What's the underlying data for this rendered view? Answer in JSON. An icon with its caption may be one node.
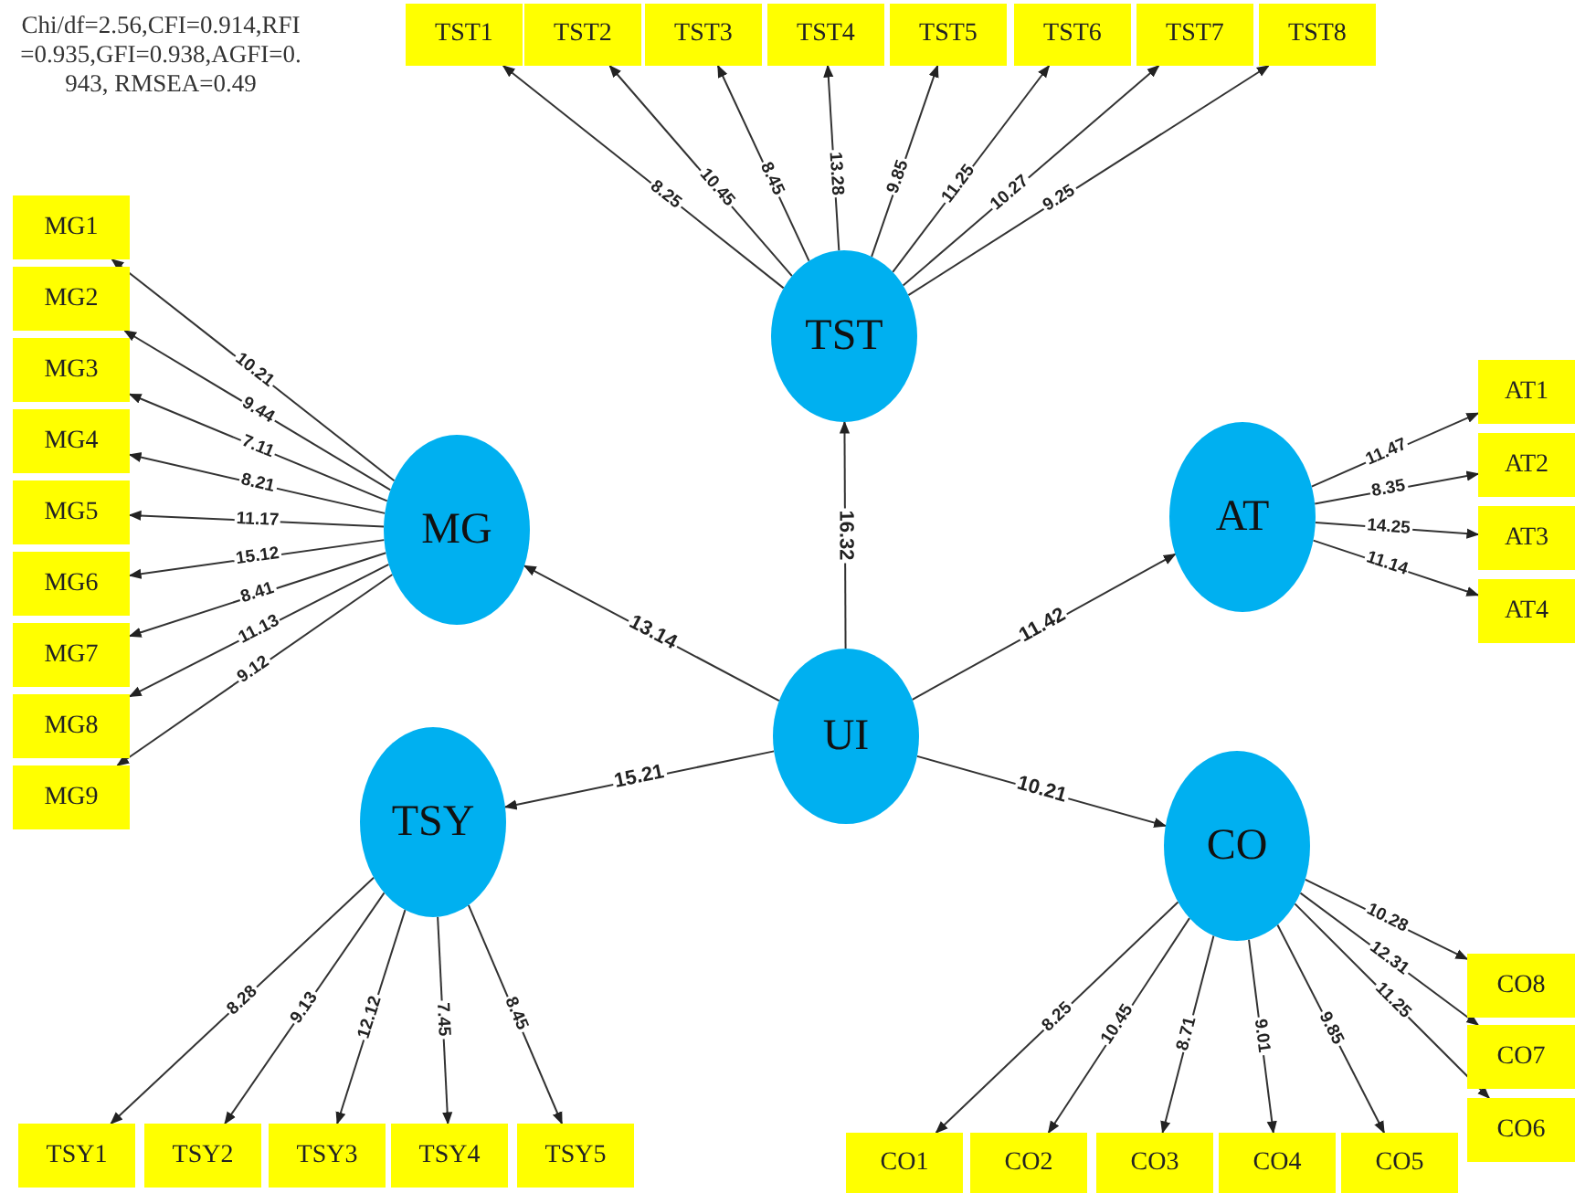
{
  "diagram": {
    "nodes": [
      {
        "text": [
          "UI"
        ]
      },
      {
        "text": [
          "TST"
        ]
      },
      {
        "text": [
          "MG"
        ]
      },
      {
        "text": [
          "AT"
        ]
      },
      {
        "text": [
          "TSY"
        ]
      },
      {
        "text": [
          "CO"
        ]
      },
      {
        "text": [
          "TST1"
        ]
      },
      {
        "text": [
          "TST2"
        ]
      },
      {
        "text": [
          "TST3"
        ]
      },
      {
        "text": [
          "TST4"
        ]
      },
      {
        "text": [
          "TST5"
        ]
      },
      {
        "text": [
          "TST6"
        ]
      },
      {
        "text": [
          "TST7"
        ]
      },
      {
        "text": [
          "TST8"
        ]
      },
      {
        "text": [
          "MG1"
        ]
      },
      {
        "text": [
          "MG2"
        ]
      },
      {
        "text": [
          "MG3"
        ]
      },
      {
        "text": [
          "MG4"
        ]
      },
      {
        "text": [
          "MG5"
        ]
      },
      {
        "text": [
          "MG6"
        ]
      },
      {
        "text": [
          "MG7"
        ]
      },
      {
        "text": [
          "MG8"
        ]
      },
      {
        "text": [
          "MG9"
        ]
      },
      {
        "text": [
          "AT1"
        ]
      },
      {
        "text": [
          "AT2"
        ]
      },
      {
        "text": [
          "AT3"
        ]
      },
      {
        "text": [
          "AT4"
        ]
      },
      {
        "text": [
          "TSY1"
        ]
      },
      {
        "text": [
          "TSY2"
        ]
      },
      {
        "text": [
          "TSY3"
        ]
      },
      {
        "text": [
          "TSY4"
        ]
      },
      {
        "text": [
          "TSY5"
        ]
      },
      {
        "text": [
          "CO1"
        ]
      },
      {
        "text": [
          "CO2"
        ]
      },
      {
        "text": [
          "CO3"
        ]
      },
      {
        "text": [
          "CO4"
        ]
      },
      {
        "text": [
          "CO5"
        ]
      },
      {
        "text": [
          "CO8"
        ]
      },
      {
        "text": [
          "CO7"
        ]
      },
      {
        "text": [
          "CO6"
        ]
      }
    ],
    "edges": [
      {
        "from": 0,
        "to": 1,
        "arrow": "to",
        "label": "16.32"
      },
      {
        "from": 0,
        "to": 2,
        "arrow": "to",
        "label": "13.14"
      },
      {
        "from": 0,
        "to": 3,
        "arrow": "to",
        "label": "11.42"
      },
      {
        "from": 0,
        "to": 4,
        "arrow": "to",
        "label": "15.21"
      },
      {
        "from": 0,
        "to": 5,
        "arrow": "to",
        "label": "10.21"
      },
      {
        "from": 1,
        "to": 6,
        "arrow": "to",
        "label": "8.25"
      },
      {
        "from": 1,
        "to": 7,
        "arrow": "to",
        "label": "10.45"
      },
      {
        "from": 1,
        "to": 8,
        "arrow": "to",
        "label": "8.45"
      },
      {
        "from": 1,
        "to": 9,
        "arrow": "to",
        "label": "13.28"
      },
      {
        "from": 1,
        "to": 10,
        "arrow": "to",
        "label": "9.85"
      },
      {
        "from": 1,
        "to": 11,
        "arrow": "to",
        "label": "11.25"
      },
      {
        "from": 1,
        "to": 12,
        "arrow": "to",
        "label": "10.27"
      },
      {
        "from": 1,
        "to": 13,
        "arrow": "to",
        "label": "9.25"
      },
      {
        "from": 2,
        "to": 14,
        "arrow": "to",
        "label": "10.21"
      },
      {
        "from": 2,
        "to": 15,
        "arrow": "to",
        "label": "9.44"
      },
      {
        "from": 2,
        "to": 16,
        "arrow": "to",
        "label": "7.11"
      },
      {
        "from": 2,
        "to": 17,
        "arrow": "to",
        "label": "8.21"
      },
      {
        "from": 2,
        "to": 18,
        "arrow": "to",
        "label": "11.17"
      },
      {
        "from": 2,
        "to": 19,
        "arrow": "to",
        "label": "15.12"
      },
      {
        "from": 2,
        "to": 20,
        "arrow": "to",
        "label": "8.41"
      },
      {
        "from": 2,
        "to": 21,
        "arrow": "to",
        "label": "11.13"
      },
      {
        "from": 2,
        "to": 22,
        "arrow": "to",
        "label": "9.12"
      },
      {
        "from": 3,
        "to": 23,
        "arrow": "to",
        "label": "11.47"
      },
      {
        "from": 3,
        "to": 24,
        "arrow": "to",
        "label": "8.35"
      },
      {
        "from": 3,
        "to": 25,
        "arrow": "to",
        "label": "14.25"
      },
      {
        "from": 3,
        "to": 26,
        "arrow": "to",
        "label": "11.14"
      },
      {
        "from": 4,
        "to": 27,
        "arrow": "to",
        "label": "8.28"
      },
      {
        "from": 4,
        "to": 28,
        "arrow": "to",
        "label": "9.13"
      },
      {
        "from": 4,
        "to": 29,
        "arrow": "to",
        "label": "12.12"
      },
      {
        "from": 4,
        "to": 30,
        "arrow": "to",
        "label": "7.45"
      },
      {
        "from": 4,
        "to": 31,
        "arrow": "to",
        "label": "8.45"
      },
      {
        "from": 5,
        "to": 32,
        "arrow": "to",
        "label": "8.25"
      },
      {
        "from": 5,
        "to": 33,
        "arrow": "to",
        "label": "10.45"
      },
      {
        "from": 5,
        "to": 34,
        "arrow": "to",
        "label": "8.71"
      },
      {
        "from": 5,
        "to": 35,
        "arrow": "to",
        "label": "9.01"
      },
      {
        "from": 5,
        "to": 36,
        "arrow": "to",
        "label": "9.85"
      },
      {
        "from": 5,
        "to": 39,
        "arrow": "to",
        "label": "11.25"
      },
      {
        "from": 5,
        "to": 38,
        "arrow": "to",
        "label": "12.31"
      },
      {
        "from": 5,
        "to": 37,
        "arrow": "to",
        "label": "10.28"
      }
    ],
    "labels": [
      "Chi/df=2.56,CFI=0.914,RFI=0.935,GFI=0.938,AGFI=0.943, RMSEA=0.49"
    ]
  }
}
